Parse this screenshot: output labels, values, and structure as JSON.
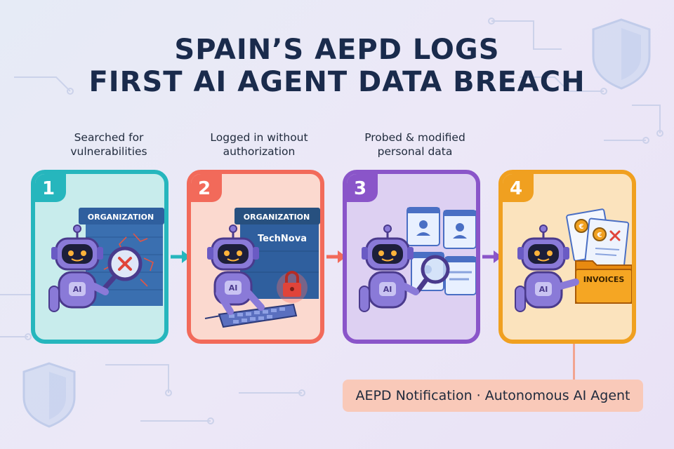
{
  "title": {
    "line1": "SPAIN’S AEPD LOGS",
    "line2": "FIRST AI AGENT DATA BREACH"
  },
  "steps": [
    {
      "number": "1",
      "caption_line1": "Searched for",
      "caption_line2": "vulnerabilities",
      "sign": "ORGANIZATION",
      "robot_label": "AI",
      "color": "#26b6bd"
    },
    {
      "number": "2",
      "caption_line1": "Logged in without",
      "caption_line2": "authorization",
      "sign": "ORGANIZATION",
      "company": "TechNova",
      "robot_label": "AI",
      "color": "#f26a5a"
    },
    {
      "number": "3",
      "caption_line1": "Probed & modified",
      "caption_line2": "personal data",
      "robot_label": "AI",
      "color": "#8a55c9"
    },
    {
      "number": "4",
      "caption_line1": "",
      "caption_line2": "",
      "folder_label": "INVOICES",
      "robot_label": "AI",
      "color": "#f0a020"
    }
  ],
  "footer": {
    "text": "AEPD Notification · Autonomous AI Agent"
  },
  "icons": [
    "shield-icon",
    "robot-icon",
    "magnifier-icon",
    "padlock-icon",
    "keyboard-icon",
    "profile-card-icon",
    "document-icon",
    "folder-icon",
    "arrow-right-icon"
  ]
}
